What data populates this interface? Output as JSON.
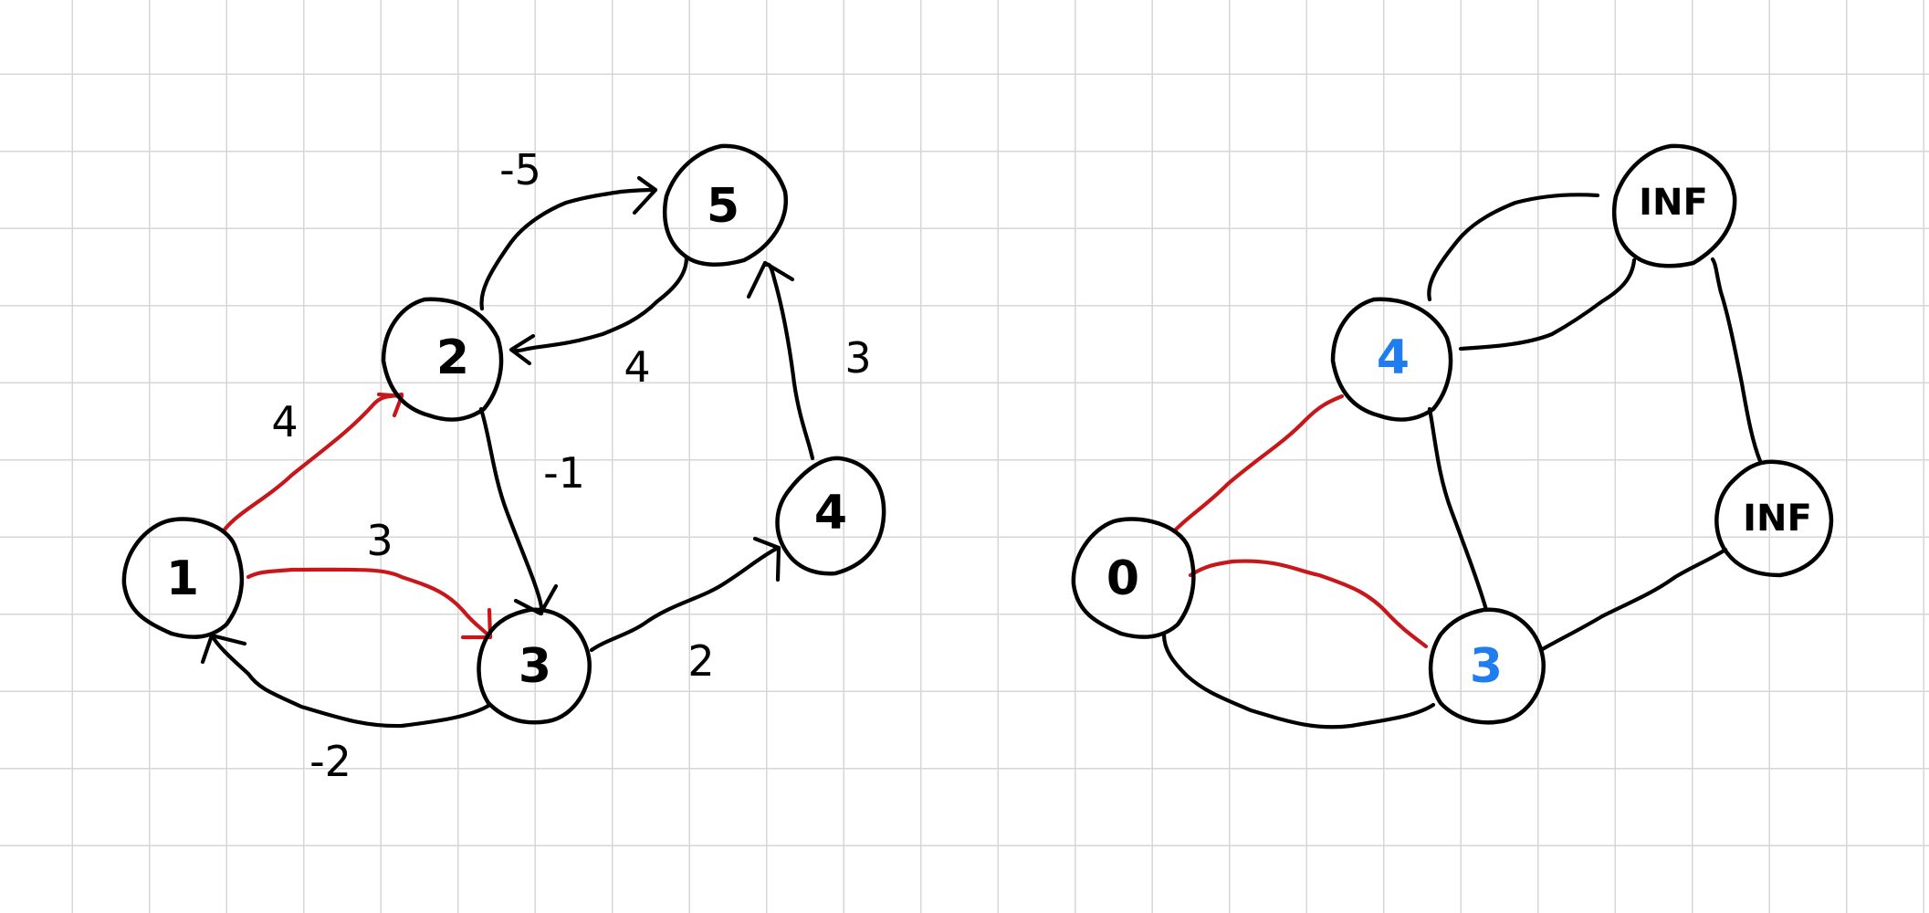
{
  "colors": {
    "ink": "#000000",
    "highlight_edge": "#c8171b",
    "updated_value": "#1f7df0"
  },
  "graph_left": {
    "nodes": [
      {
        "id": "1",
        "label": "1"
      },
      {
        "id": "2",
        "label": "2"
      },
      {
        "id": "3",
        "label": "3"
      },
      {
        "id": "4",
        "label": "4"
      },
      {
        "id": "5",
        "label": "5"
      }
    ],
    "edges": [
      {
        "from": "1",
        "to": "2",
        "weight": "4",
        "highlighted": true
      },
      {
        "from": "1",
        "to": "3",
        "weight": "3",
        "highlighted": true
      },
      {
        "from": "3",
        "to": "1",
        "weight": "-2",
        "highlighted": false
      },
      {
        "from": "2",
        "to": "3",
        "weight": "-1",
        "highlighted": false
      },
      {
        "from": "2",
        "to": "5",
        "weight": "-5",
        "highlighted": false
      },
      {
        "from": "5",
        "to": "2",
        "weight": "4",
        "highlighted": false
      },
      {
        "from": "3",
        "to": "4",
        "weight": "2",
        "highlighted": false
      },
      {
        "from": "4",
        "to": "5",
        "weight": "3",
        "highlighted": false
      }
    ]
  },
  "graph_right": {
    "nodes": [
      {
        "id": "1",
        "value": "0",
        "updated": false
      },
      {
        "id": "2",
        "value": "4",
        "updated": true
      },
      {
        "id": "3",
        "value": "3",
        "updated": true
      },
      {
        "id": "4",
        "value": "INF",
        "updated": false
      },
      {
        "id": "5",
        "value": "INF",
        "updated": false
      }
    ],
    "highlighted_edges": [
      {
        "from": "1",
        "to": "2"
      },
      {
        "from": "1",
        "to": "3"
      }
    ]
  }
}
